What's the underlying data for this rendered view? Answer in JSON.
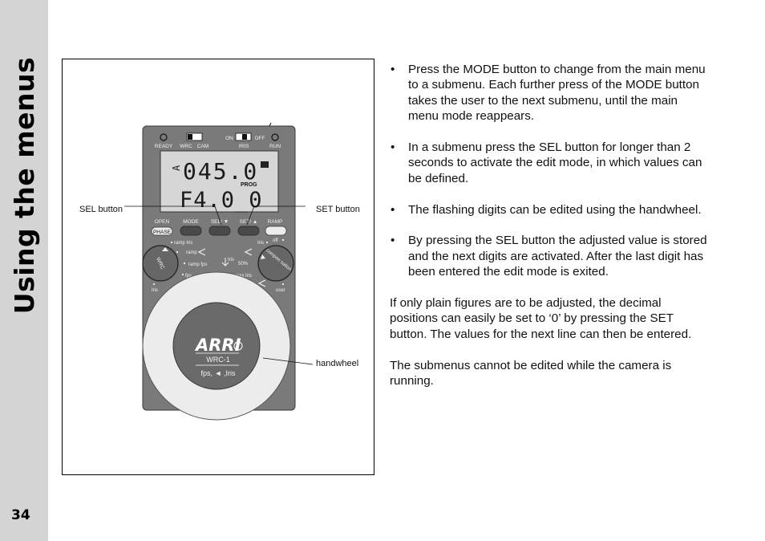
{
  "sidebar": {
    "section_title": "Using the menus",
    "page_number": "34"
  },
  "figure": {
    "callouts": {
      "sel_button": "SEL button",
      "set_button": "SET button",
      "handwheel": "handwheel"
    },
    "device": {
      "top_labels": {
        "ready": "READY",
        "wrc": "WRC",
        "cam": "CAM",
        "on": "ON",
        "off": "OFF",
        "iris": "IRIS",
        "run": "RUN"
      },
      "display": {
        "line1": "045.0",
        "line2": "F4.0_0",
        "prog": "PROG",
        "marker": "A"
      },
      "button_labels": {
        "open": "OPEN",
        "mode": "MODE",
        "sel": "SEL/ ▼",
        "set": "SET/ ▲",
        "ramp": "RAMP",
        "phase": "PHASE"
      },
      "left_knob_labels": {
        "ramp_iris": "ramp Iris",
        "ramp": "ramp",
        "ramp_fps": "ramp fps",
        "fps": "fps",
        "iris": "Iris",
        "knob": "WRC"
      },
      "center_labels": {
        "iris": "Iris",
        "percent": "50%",
        "max_iris": "max Iris",
        "max": "max"
      },
      "right_knob_labels": {
        "iris": "Iris",
        "off": "off",
        "user": "user",
        "knob": "compen sation"
      },
      "handwheel": {
        "brand": "ARRI",
        "model": "WRC-1",
        "caption": "fps, ◄ ,Iris"
      }
    }
  },
  "content": {
    "bullets": [
      "Press the MODE button to change from the main menu to a submenu. Each further press of the MODE button takes the user to the next submenu, until the main menu mode reappears.",
      "In a submenu press the SEL button for longer than 2 seconds to activate the edit mode, in which values can be defined.",
      "The flashing digits can be edited using the handwheel.",
      "By pressing the SEL button the adjusted value is stored and the next digits are activated. After the last digit has been entered the edit mode is exited."
    ],
    "paragraphs": [
      "If only plain figures are to be adjusted, the decimal positions can easily be set to ‘0’ by pressing the SET button. The values for the next line can then be entered.",
      "The submenus cannot be edited while the camera is running."
    ]
  },
  "colors": {
    "sidebar": "#d4d4d4",
    "device_body": "#7a7a7a",
    "lcd": "#d6d6d6",
    "button": "#4a4a4a",
    "handwheel_ring": "#ececec",
    "knob_center": "#666666"
  }
}
